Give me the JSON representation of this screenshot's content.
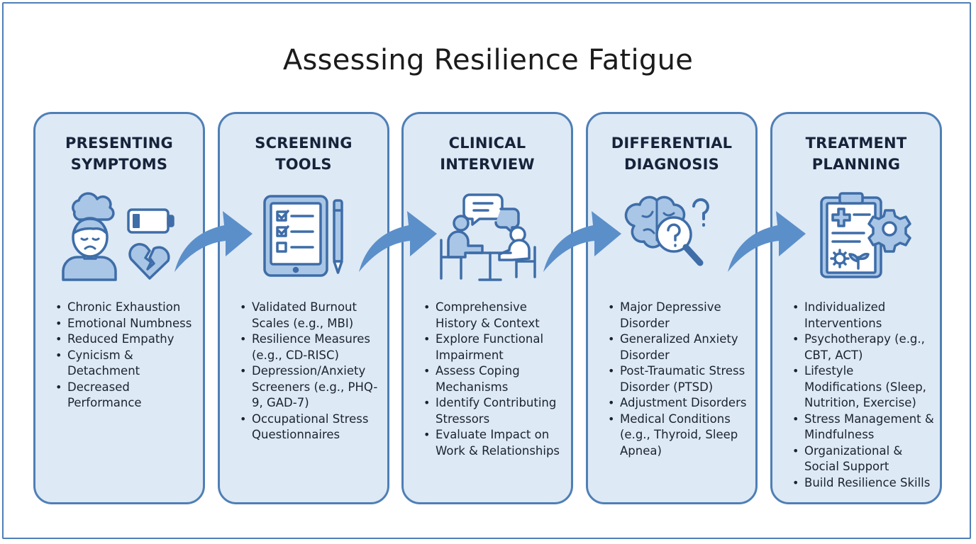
{
  "title": "Assessing Resilience Fatigue",
  "colors": {
    "border": "#4f7fb6",
    "card_fill": "#dde9f5",
    "icon_stroke": "#3e6da8",
    "icon_fill": "#a9c6e6",
    "arrow": "#5b8fca"
  },
  "cards": [
    {
      "title_line1": "PRESENTING",
      "title_line2": "SYMPTOMS",
      "icon": "person-fatigue-low-battery-broken-heart-icon",
      "items": [
        "Chronic Exhaustion",
        "Emotional Numbness",
        "Reduced Empathy",
        "Cynicism & Detachment",
        "Decreased Performance"
      ]
    },
    {
      "title_line1": "SCREENING",
      "title_line2": "TOOLS",
      "icon": "tablet-checklist-icon",
      "items": [
        "Validated Burnout Scales (e.g., MBI)",
        "Resilience Measures (e.g., CD-RISC)",
        "Depression/Anxiety Screeners (e.g., PHQ-9, GAD-7)",
        "Occupational Stress Questionnaires"
      ]
    },
    {
      "title_line1": "CLINICAL",
      "title_line2": "INTERVIEW",
      "icon": "two-people-conversation-icon",
      "items": [
        "Comprehensive History & Context",
        "Explore Functional Impairment",
        "Assess Coping Mechanisms",
        "Identify Contributing Stressors",
        "Evaluate Impact on Work & Relationships"
      ]
    },
    {
      "title_line1": "DIFFERENTIAL",
      "title_line2": "DIAGNOSIS",
      "icon": "brain-magnifier-question-icon",
      "items": [
        "Major Depressive Disorder",
        "Generalized Anxiety Disorder",
        "Post-Traumatic Stress Disorder (PTSD)",
        "Adjustment Disorders",
        "Medical Conditions (e.g., Thyroid, Sleep Apnea)"
      ]
    },
    {
      "title_line1": "TREATMENT",
      "title_line2": "PLANNING",
      "icon": "clipboard-gear-plant-icon",
      "items": [
        "Individualized Interventions",
        "Psychotherapy (e.g., CBT, ACT)",
        "Lifestyle Modifications (Sleep, Nutrition, Exercise)",
        "Stress Management & Mindfulness",
        "Organizational & Social Support",
        "Build Resilience Skills"
      ]
    }
  ]
}
